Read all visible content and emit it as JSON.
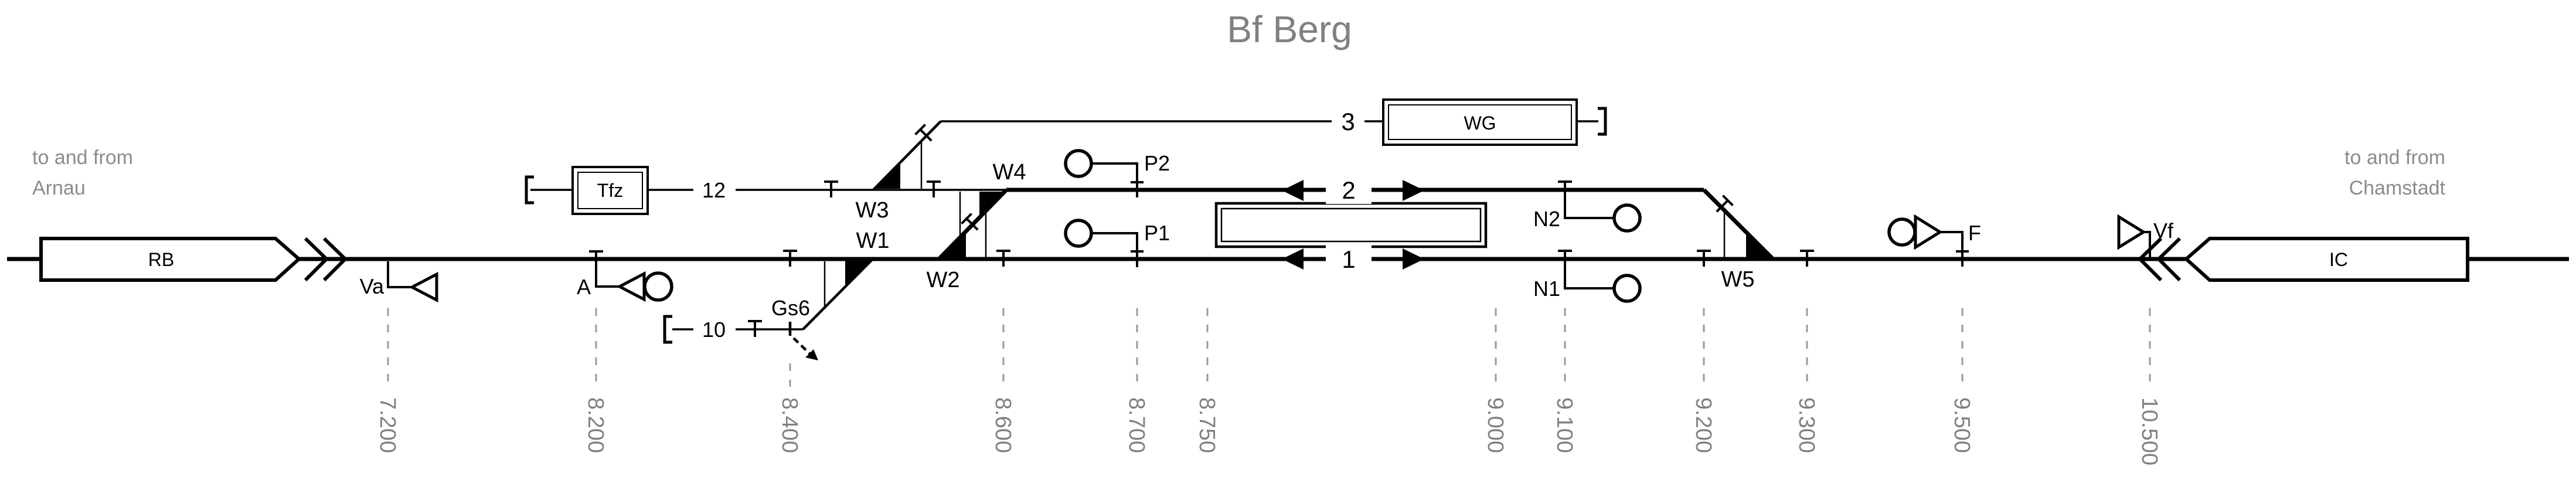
{
  "title": "Bf Berg",
  "routes": {
    "left": {
      "line1": "to and from",
      "line2": "Arnau"
    },
    "right": {
      "line1": "to and from",
      "line2": "Chamstadt"
    }
  },
  "trains": {
    "rb": "RB",
    "ic": "IC"
  },
  "boxes": {
    "tfz": "Tfz",
    "wg": "WG"
  },
  "tracks": {
    "t1": "1",
    "t2": "2",
    "t3": "3",
    "t10": "10",
    "t12": "12"
  },
  "switches": {
    "w1": "W1",
    "w2": "W2",
    "w3": "W3",
    "w4": "W4",
    "w5": "W5"
  },
  "derail": {
    "gs6": "Gs6"
  },
  "signals": {
    "va": "Va",
    "a": "A",
    "p1": "P1",
    "p2": "P2",
    "n1": "N1",
    "n2": "N2",
    "f": "F",
    "vf": "Vf"
  },
  "kilometers": [
    "7.200",
    "8.200",
    "8.400",
    "8.600",
    "8.700",
    "8.750",
    "9.000",
    "9.100",
    "9.200",
    "9.300",
    "9.500",
    "10.500"
  ],
  "colors": {
    "ink": "#000000",
    "muted": "#808080",
    "dash": "#999999"
  }
}
